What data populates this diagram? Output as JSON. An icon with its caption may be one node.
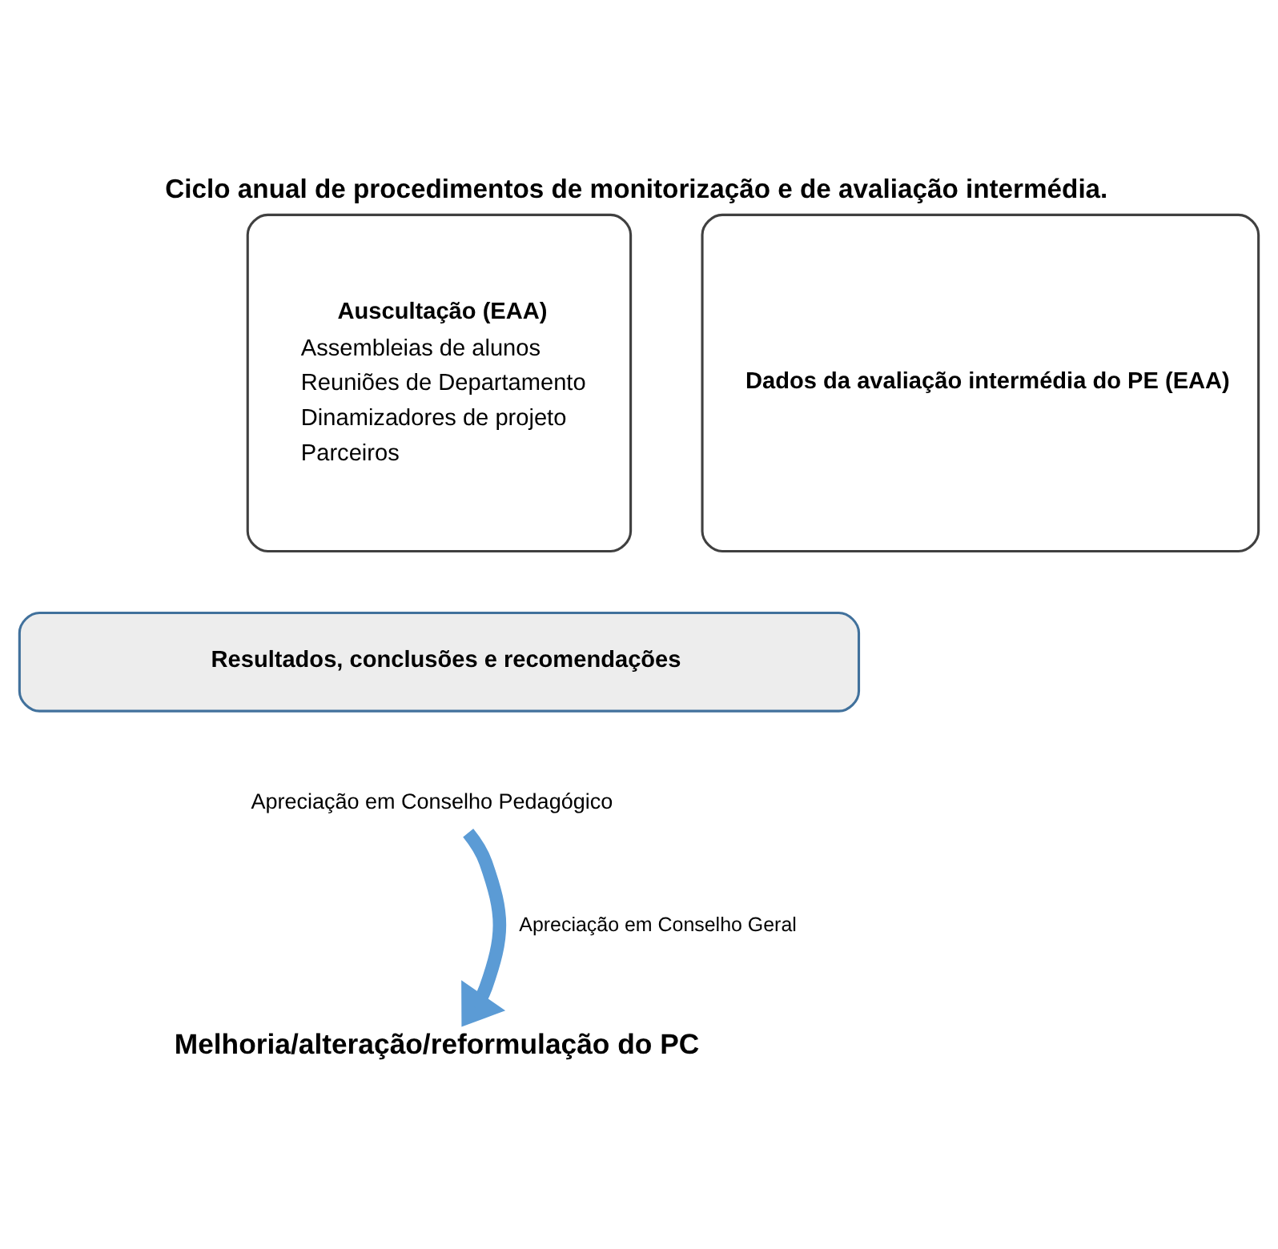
{
  "diagram": {
    "title": "Ciclo anual de procedimentos de monitorização e de avaliação intermédia.",
    "nodes": [
      {
        "text": [
          "Auscultação (EAA)",
          "Assembleias de alunos",
          "Reuniões de Departamento",
          "Dinamizadores de projeto",
          "Parceiros"
        ]
      },
      {
        "text": [
          "Dados da avaliação intermédia do PE (EAA)"
        ]
      },
      {
        "text": [
          "Resultados, conclusões e recomendações"
        ]
      },
      {
        "text": [
          "Apreciação em Conselho Pedagógico"
        ]
      },
      {
        "text": [
          "Melhoria/alteração/reformulação do PC"
        ]
      }
    ],
    "edges": [
      {
        "from": 3,
        "to": 4,
        "arrow": "to",
        "label": "Apreciação em Conselho Geral",
        "color": "#5b9bd5"
      }
    ]
  }
}
